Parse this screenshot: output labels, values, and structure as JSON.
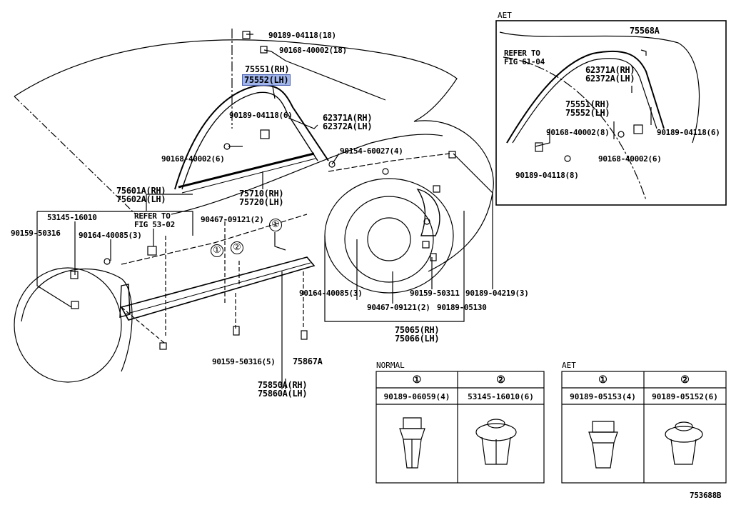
{
  "diagram_id": "753688B",
  "aet_inset": {
    "title": "AET",
    "labels": {
      "part_75568A": "75568A",
      "refer_fig_61": "REFER TO\nFIG 61-04",
      "part_62371A_62372A": "62371A(RH)\n62372A(LH)",
      "part_75551_75552": "75551(RH)\n75552(LH)",
      "part_90168_8": "90168-40002(8)",
      "part_90189_6": "90189-04118(6)",
      "part_90168_6": "90168-40002(6)",
      "part_90189_8": "90189-04118(8)"
    }
  },
  "main_labels": {
    "p_90189_18": "90189-04118(18)",
    "p_90168_18": "90168-40002(18)",
    "p_75551": "75551(RH)",
    "p_75552": "75552(LH)",
    "p_90189_6": "90189-04118(6)",
    "p_62371_62372": "62371A(RH)\n62372A(LH)",
    "p_90168_6": "90168-40002(6)",
    "p_90154": "90154-60027(4)",
    "p_75601_75602": "75601A(RH)\n75602A(LH)",
    "p_75710_75720": "75710(RH)\n75720(LH)",
    "p_53145": "53145-16010",
    "p_refer_53": "REFER TO\nFIG 53-02",
    "p_90467_2a": "90467-09121(2)",
    "p_90159_50316": "90159-50316",
    "p_90164_3a": "90164-40085(3)",
    "p_90164_3b": "90164-40085(3)",
    "p_90159_50311": "90159-50311",
    "p_90189_04219": "90189-04219(3)",
    "p_90467_2b": "90467-09121(2)",
    "p_90189_05130": "90189-05130",
    "p_75065_75066": "75065(RH)\n75066(LH)",
    "p_90159_5": "90159-50316(5)",
    "p_75867A": "75867A",
    "p_75850_75860": "75850A(RH)\n75860A(LH)",
    "mark_1a": "①",
    "mark_1b": "①",
    "mark_2": "②"
  },
  "normal_table": {
    "title": "NORMAL",
    "columns": [
      {
        "mark": "①",
        "part": "90189-06059(4)"
      },
      {
        "mark": "②",
        "part": "53145-16010(6)"
      }
    ]
  },
  "aet_table": {
    "title": "AET",
    "columns": [
      {
        "mark": "①",
        "part": "90189-05153(4)"
      },
      {
        "mark": "②",
        "part": "90189-05152(6)"
      }
    ]
  }
}
